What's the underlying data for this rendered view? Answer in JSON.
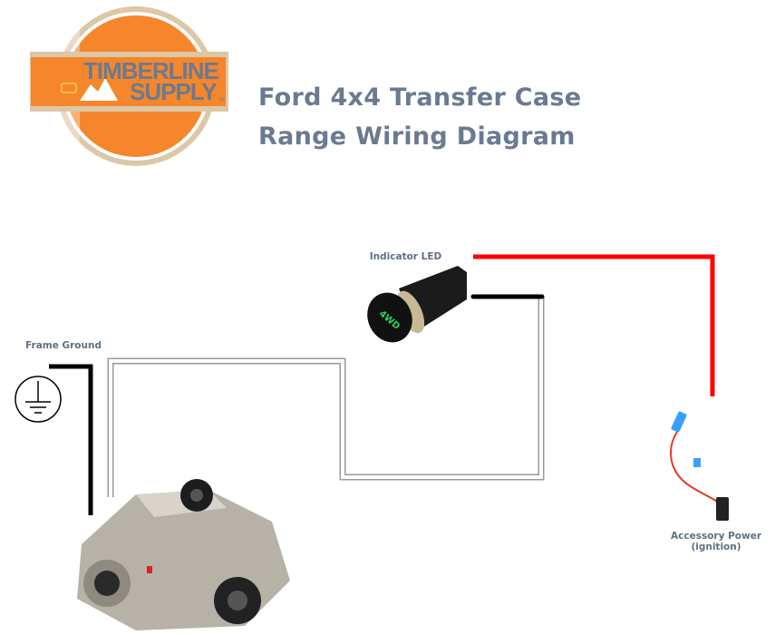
{
  "logo": {
    "line1": "TIMBERLINE",
    "line2": "SUPPLY",
    "suffix": "co"
  },
  "title": {
    "line1": "Ford 4x4 Transfer Case",
    "line2": "Range Wiring Diagram"
  },
  "labels": {
    "indicator_led": "Indicator LED",
    "frame_ground": "Frame Ground",
    "accessory_power_1": "Accessory Power",
    "accessory_power_2": "(ignition)"
  },
  "led_text": "4WD",
  "colors": {
    "power_wire": "#ff0000",
    "ground_wire": "#000000",
    "signal_wire": "#ffffff",
    "logo_orange": "#f5862b",
    "logo_tan": "#dcc7a6",
    "text": "#6a7a90"
  }
}
